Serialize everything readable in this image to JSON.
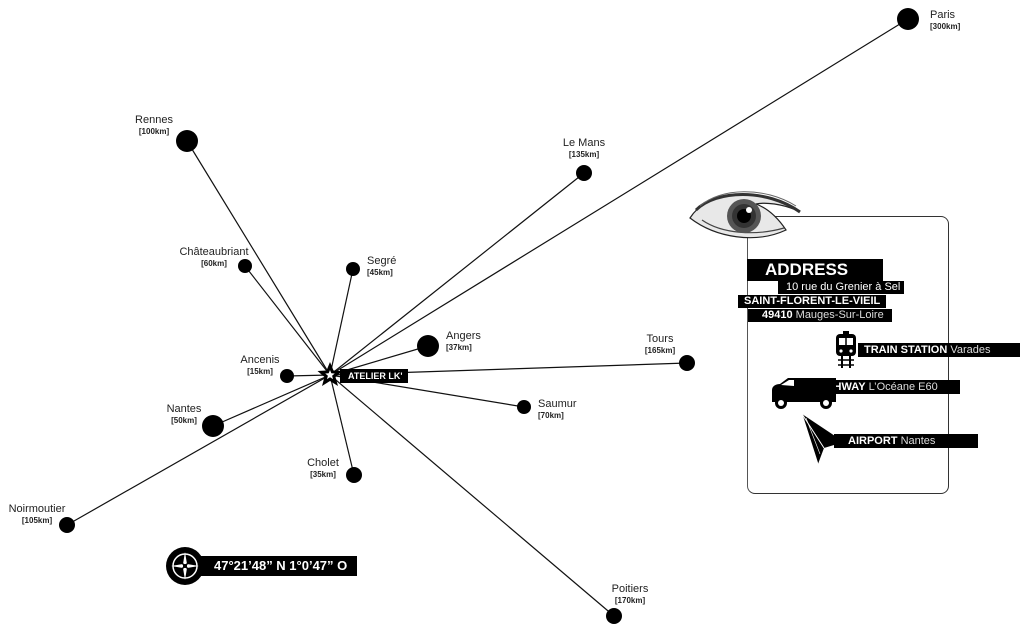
{
  "origin": {
    "label": "ATELIER LK'",
    "icon": "star-icon"
  },
  "cities": [
    {
      "id": "paris",
      "name": "Paris",
      "distance": "[300km]",
      "size": "large"
    },
    {
      "id": "rennes",
      "name": "Rennes",
      "distance": "[100km]",
      "size": "large"
    },
    {
      "id": "le-mans",
      "name": "Le Mans",
      "distance": "[135km]",
      "size": "medium"
    },
    {
      "id": "chateaubriant",
      "name": "Châteaubriant",
      "distance": "[60km]",
      "size": "small"
    },
    {
      "id": "segre",
      "name": "Segré",
      "distance": "[45km]",
      "size": "small"
    },
    {
      "id": "angers",
      "name": "Angers",
      "distance": "[37km]",
      "size": "large"
    },
    {
      "id": "tours",
      "name": "Tours",
      "distance": "[165km]",
      "size": "medium"
    },
    {
      "id": "ancenis",
      "name": "Ancenis",
      "distance": "[15km]",
      "size": "small"
    },
    {
      "id": "saumur",
      "name": "Saumur",
      "distance": "[70km]",
      "size": "small"
    },
    {
      "id": "nantes",
      "name": "Nantes",
      "distance": "[50km]",
      "size": "large"
    },
    {
      "id": "cholet",
      "name": "Cholet",
      "distance": "[35km]",
      "size": "medium"
    },
    {
      "id": "noirmoutier",
      "name": "Noirmoutier",
      "distance": "[105km]",
      "size": "medium"
    },
    {
      "id": "poitiers",
      "name": "Poitiers",
      "distance": "[170km]",
      "size": "medium"
    }
  ],
  "coordinates": {
    "text": "47°21’48” N 1°0’47” O",
    "icon": "compass-icon"
  },
  "address": {
    "icon": "eye-icon",
    "title": "ADDRESS",
    "street": "10 rue du Grenier à Sel",
    "town": "SAINT-FLORENT-LE-VIEIL",
    "postcode": "49410",
    "commune": "Mauges-Sur-Loire"
  },
  "transport": [
    {
      "id": "train",
      "icon": "train-icon",
      "label": "TRAIN STATION",
      "detail": "Varades"
    },
    {
      "id": "highway",
      "icon": "van-icon",
      "label": "HIGHWAY",
      "detail": "L’Océane E60"
    },
    {
      "id": "airport",
      "icon": "paper-plane-icon",
      "label": "AIRPORT",
      "detail": "Nantes"
    }
  ]
}
